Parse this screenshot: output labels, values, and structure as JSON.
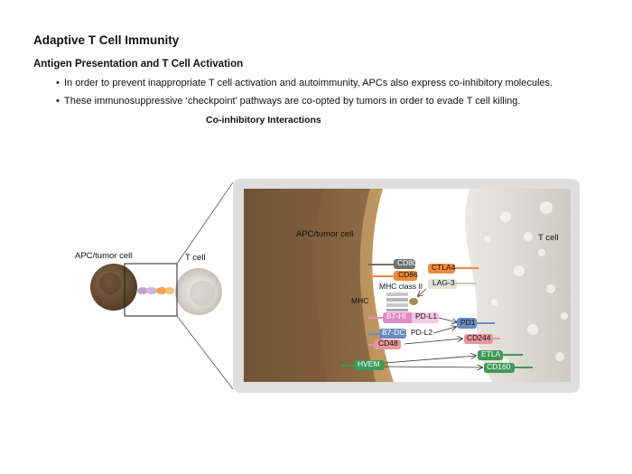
{
  "header": {
    "title": "Adaptive T Cell Immunity",
    "subtitle": "Antigen Presentation and T Cell Activation",
    "bullets": [
      "In order to prevent inappropriate T cell activation and autoimmunity, APCs also express co-inhibitory molecules.",
      "These immunosuppressive ‘checkpoint’ pathways are co-opted by tumors in order to evade T cell killing."
    ]
  },
  "figure": {
    "heading": "Co-inhibitory Interactions",
    "overview": {
      "apc_label": "APC/tumor cell",
      "tcell_label": "T cell"
    },
    "detail": {
      "apc_label": "APC/tumor cell",
      "tcell_label": "T cell",
      "apc_molecules": {
        "cd80": "CD80",
        "cd86": "CD86",
        "mhc_class_ii": "MHC class II",
        "mhc": "MHC",
        "b7h1": "B7-HI",
        "pdl1": "PD-L1",
        "b7dc": "B7-DC",
        "pdl2": "PD-L2",
        "cd48": "CD48",
        "hvem": "HVEM"
      },
      "tcell_molecules": {
        "ctla4": "CTLA4",
        "lag3": "LAG-3",
        "pd1": "PD1",
        "cd244": "CD244",
        "etla": "ETLA",
        "cd160": "CD160"
      }
    },
    "colors": {
      "apc_dark": "#5e4630",
      "apc_light": "#a47d4f",
      "tcell": "#d9d5cf",
      "cd80": "#707070",
      "cd86": "#ef8a3c",
      "ctla4": "#ef8a3c",
      "lag3": "#e1e3d2",
      "b7h1": "#e08cc6",
      "pd1": "#6d8bbf",
      "b7dc": "#6d8bbf",
      "cd48": "#e6979b",
      "cd244": "#e6979b",
      "hvem": "#3e9a58",
      "etla": "#3e9a58",
      "cd160": "#3e9a58"
    }
  }
}
